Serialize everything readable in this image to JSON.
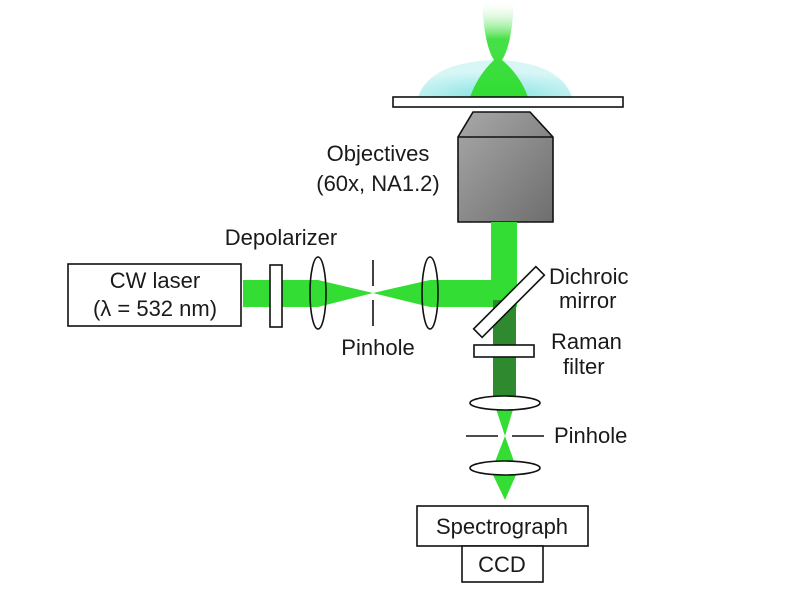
{
  "labels": {
    "objectives_line1": "Objectives",
    "objectives_line2": "(60x, NA1.2)",
    "depolarizer": "Depolarizer",
    "cw_laser_line1": "CW laser",
    "cw_laser_line2": "(λ = 532 nm)",
    "pinhole_left": "Pinhole",
    "dichroic_line1": "Dichroic",
    "dichroic_line2": "mirror",
    "raman_line1": "Raman",
    "raman_line2": "filter",
    "pinhole_right": "Pinhole",
    "spectrograph": "Spectrograph",
    "ccd": "CCD"
  },
  "colors": {
    "beam_green": "#33dd33",
    "beam_dark_green": "#2f8a2f",
    "sample_cyan": "#bff0f0",
    "objective_gray": "#8e8e8e",
    "outline": "#111111"
  }
}
